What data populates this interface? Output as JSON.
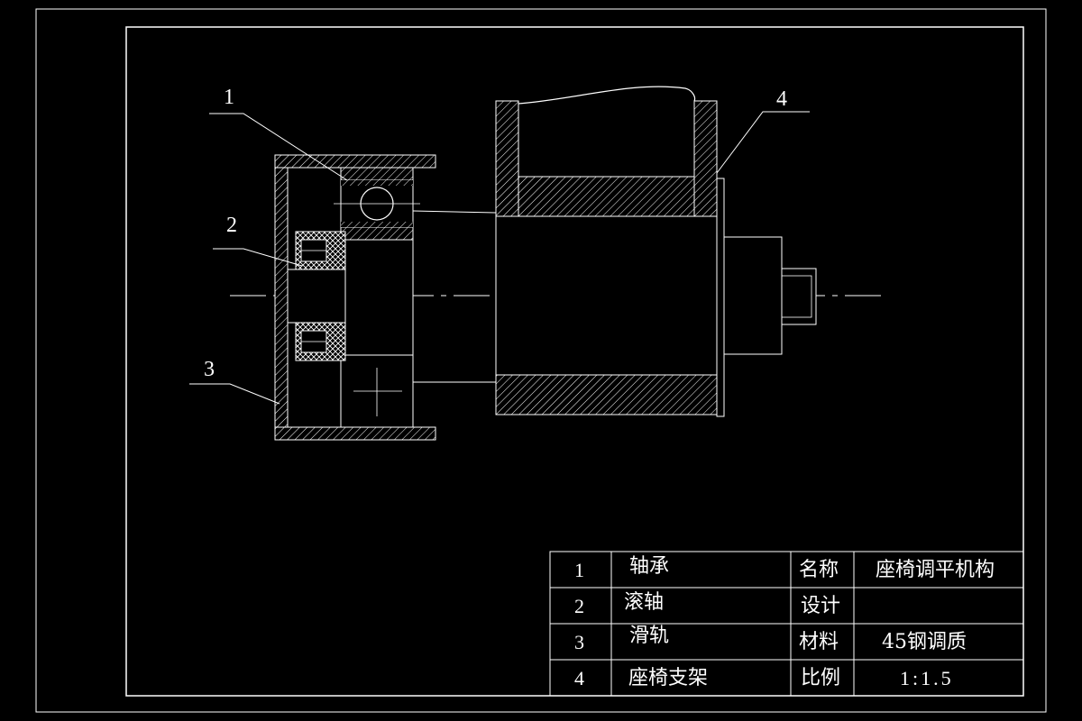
{
  "callouts": [
    "1",
    "2",
    "3",
    "4"
  ],
  "title_block": {
    "parts": [
      {
        "no": "1",
        "name": "轴承"
      },
      {
        "no": "2",
        "name": "滚轴"
      },
      {
        "no": "3",
        "name": "滑轨"
      },
      {
        "no": "4",
        "name": "座椅支架"
      }
    ],
    "labels": {
      "name": "名称",
      "design": "设计",
      "material": "材料",
      "scale": "比例"
    },
    "values": {
      "name": "座椅调平机构",
      "design": "",
      "material": "45钢调质",
      "scale": "1:1.5"
    }
  },
  "colors": {
    "background": "#000000",
    "line": "#ffffff"
  }
}
